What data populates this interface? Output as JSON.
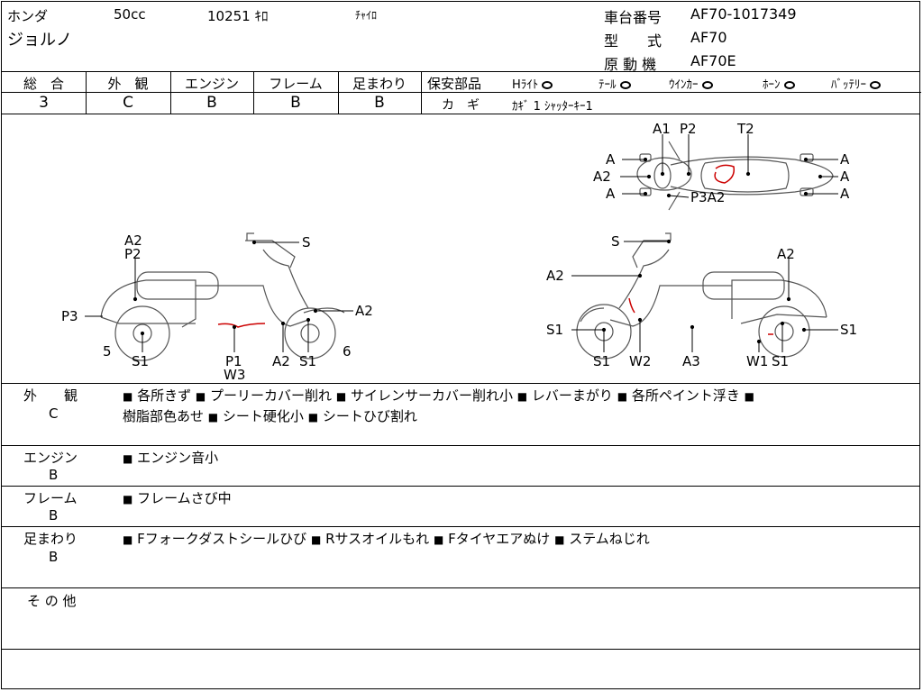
{
  "header": {
    "maker": "ホンダ",
    "displacement": "50cc",
    "mileage": "10251 ｷﾛ",
    "color": "ﾁｬｲﾛ",
    "model_name": "ジョルノ",
    "frame_no_label": "車台番号",
    "frame_no": "AF70-1017349",
    "type_label": "型　　式",
    "type": "AF70",
    "engine_label": "原 動 機",
    "engine": "AF70E"
  },
  "grades": {
    "overall_label": "総　合",
    "overall": "3",
    "exterior_label": "外　観",
    "exterior": "C",
    "engine_label": "エンジン",
    "engine": "B",
    "frame_label": "フレーム",
    "frame": "B",
    "suspension_label": "足まわり",
    "suspension": "B"
  },
  "safety": {
    "label": "保安部品",
    "items": [
      "Hﾗｲﾄ",
      "ﾃｰﾙ",
      "ｳｲﾝｶｰ",
      "ﾎｰﾝ",
      "ﾊﾞｯﾃﾘｰ"
    ],
    "key_label": "カ　ギ",
    "key_value": "ｶｷﾞ 1 ｼｬｯﾀｰｷｰ1"
  },
  "diagram_labels": {
    "top": {
      "a1": "A1",
      "p2": "P2",
      "t2": "T2",
      "a_l1": "A",
      "a2_l": "A2",
      "a_l2": "A",
      "p3a2": "P3A2",
      "a_r1": "A",
      "a_r2": "A",
      "a_r3": "A"
    },
    "left": {
      "a2": "A2",
      "p2": "P2",
      "s_top": "S",
      "p3": "P3",
      "a2_front": "A2",
      "n5": "5",
      "s1_rear": "S1",
      "p1": "P1",
      "w3": "W3",
      "a2_bottom": "A2",
      "s1_front": "S1",
      "n6": "6"
    },
    "right": {
      "s_top": "S",
      "a2_top": "A2",
      "a2_left": "A2",
      "s1_front_l": "S1",
      "s1_rear_r": "S1",
      "s1_b1": "S1",
      "w2": "W2",
      "a3": "A3",
      "w1": "W1",
      "s1_b2": "S1"
    }
  },
  "comments": [
    {
      "label": "外　　観",
      "grade": "C",
      "items": [
        "各所きず",
        "プーリーカバー削れ",
        "サイレンサーカバー削れ小",
        "レバーまがり",
        "各所ペイント浮き",
        "樹脂部色あせ",
        "シート硬化小",
        "シートひび割れ"
      ]
    },
    {
      "label": "エンジン",
      "grade": "B",
      "items": [
        "エンジン音小"
      ]
    },
    {
      "label": "フレーム",
      "grade": "B",
      "items": [
        "フレームさび中"
      ]
    },
    {
      "label": "足まわり",
      "grade": "B",
      "items": [
        "Fフォークダストシールひび",
        "Rサスオイルもれ",
        "Fタイヤエアぬけ",
        "ステムねじれ"
      ]
    },
    {
      "label": "そ の 他",
      "grade": "",
      "items": []
    }
  ],
  "bullet": "■"
}
